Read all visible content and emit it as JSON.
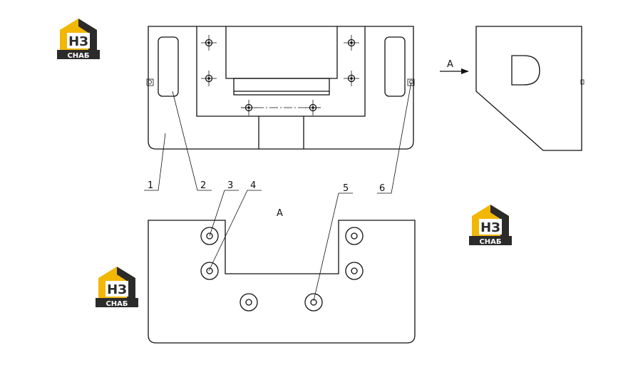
{
  "part_labels": [
    "1",
    "2",
    "3",
    "4",
    "5",
    "6"
  ],
  "view_label": "A",
  "view_arrow_label": "A",
  "logo": {
    "top_text": "НЗ",
    "bottom_text": "СНАБ",
    "accent_color": "#f2b705",
    "dark_color": "#2b2b2b"
  }
}
